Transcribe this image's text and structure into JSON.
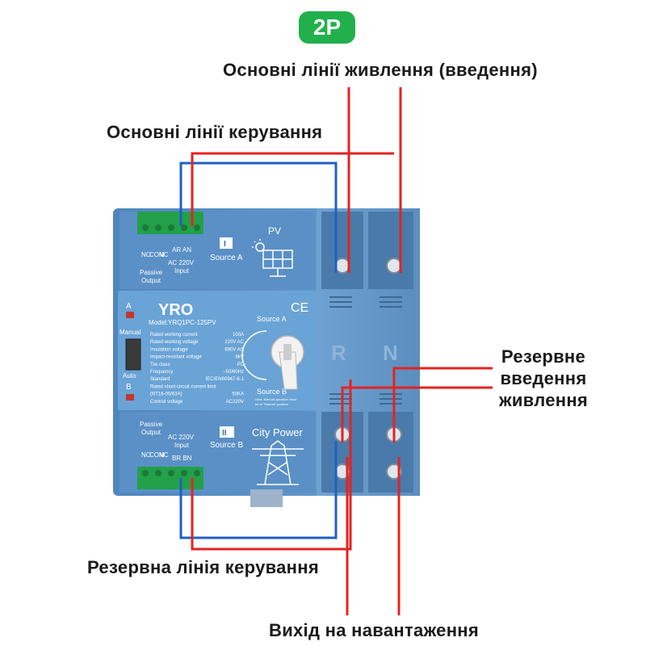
{
  "badge": "2P",
  "labels": {
    "main_power": "Основні лінії живлення (введення)",
    "main_control": "Основні лінії керування",
    "backup_power_1": "Резервне",
    "backup_power_2": "введення",
    "backup_power_3": "живлення",
    "backup_control": "Резервна лінія керування",
    "load_output": "Вихід на навантаження"
  },
  "device": {
    "brand": "YRO",
    "model": "Model:YRQ1PC-125PV",
    "ce": "CE",
    "source_a_roman": "I",
    "source_a": "Source A",
    "source_b_roman": "II",
    "source_b": "Source B",
    "pv": "PV",
    "city_power": "City Power",
    "indicator_a": "A",
    "indicator_b": "B",
    "manual": "Manual",
    "auto": "Auto",
    "knob_source_a": "Source A",
    "knob_source_b": "Source B",
    "knob_note_1": "Note: Manual operation must",
    "knob_note_2": "be at \"Manual\" position",
    "top_terminals": {
      "ar_an": "AR  AN",
      "voltage": "AC 220V",
      "input": "Input",
      "no": "NO",
      "com": "COM",
      "nc": "NC",
      "passive": "Passive",
      "output": "Output"
    },
    "bottom_terminals": {
      "passive": "Passive",
      "output": "Output",
      "voltage": "AC 220V",
      "input": "Input",
      "br_bn": "BR  BN",
      "nc": "NC",
      "com": "COM",
      "no": "NO"
    },
    "phase_r": "R",
    "phase_n": "N",
    "specs": [
      {
        "k": "Rated working current",
        "v": "100A"
      },
      {
        "k": "Rated working voltage",
        "v": "220V AC"
      },
      {
        "k": "Insulation voltage",
        "v": "690V AC"
      },
      {
        "k": "Impact-resistant voltage",
        "v": "8kV"
      },
      {
        "k": "Tse class",
        "v": "PC"
      },
      {
        "k": "Frequency",
        "v": "~50/60Hz"
      },
      {
        "k": "Standard",
        "v": "IEC/EN60947-6-1"
      },
      {
        "k": "Rated short-circuit current limit",
        "v": ""
      },
      {
        "k": "(RT16-00/63A)",
        "v": "50KA"
      },
      {
        "k": "Control voltage",
        "v": "AC220V"
      }
    ]
  },
  "colors": {
    "badge": "#21b04b",
    "body": "#5b91c7",
    "panel": "#6aa0d2",
    "dark_panel": "#3f6f9e",
    "terminal": "#23a04a",
    "wire_red": "#e42320",
    "wire_blue": "#1f5fc8",
    "text_dark": "#1a1a1a"
  }
}
